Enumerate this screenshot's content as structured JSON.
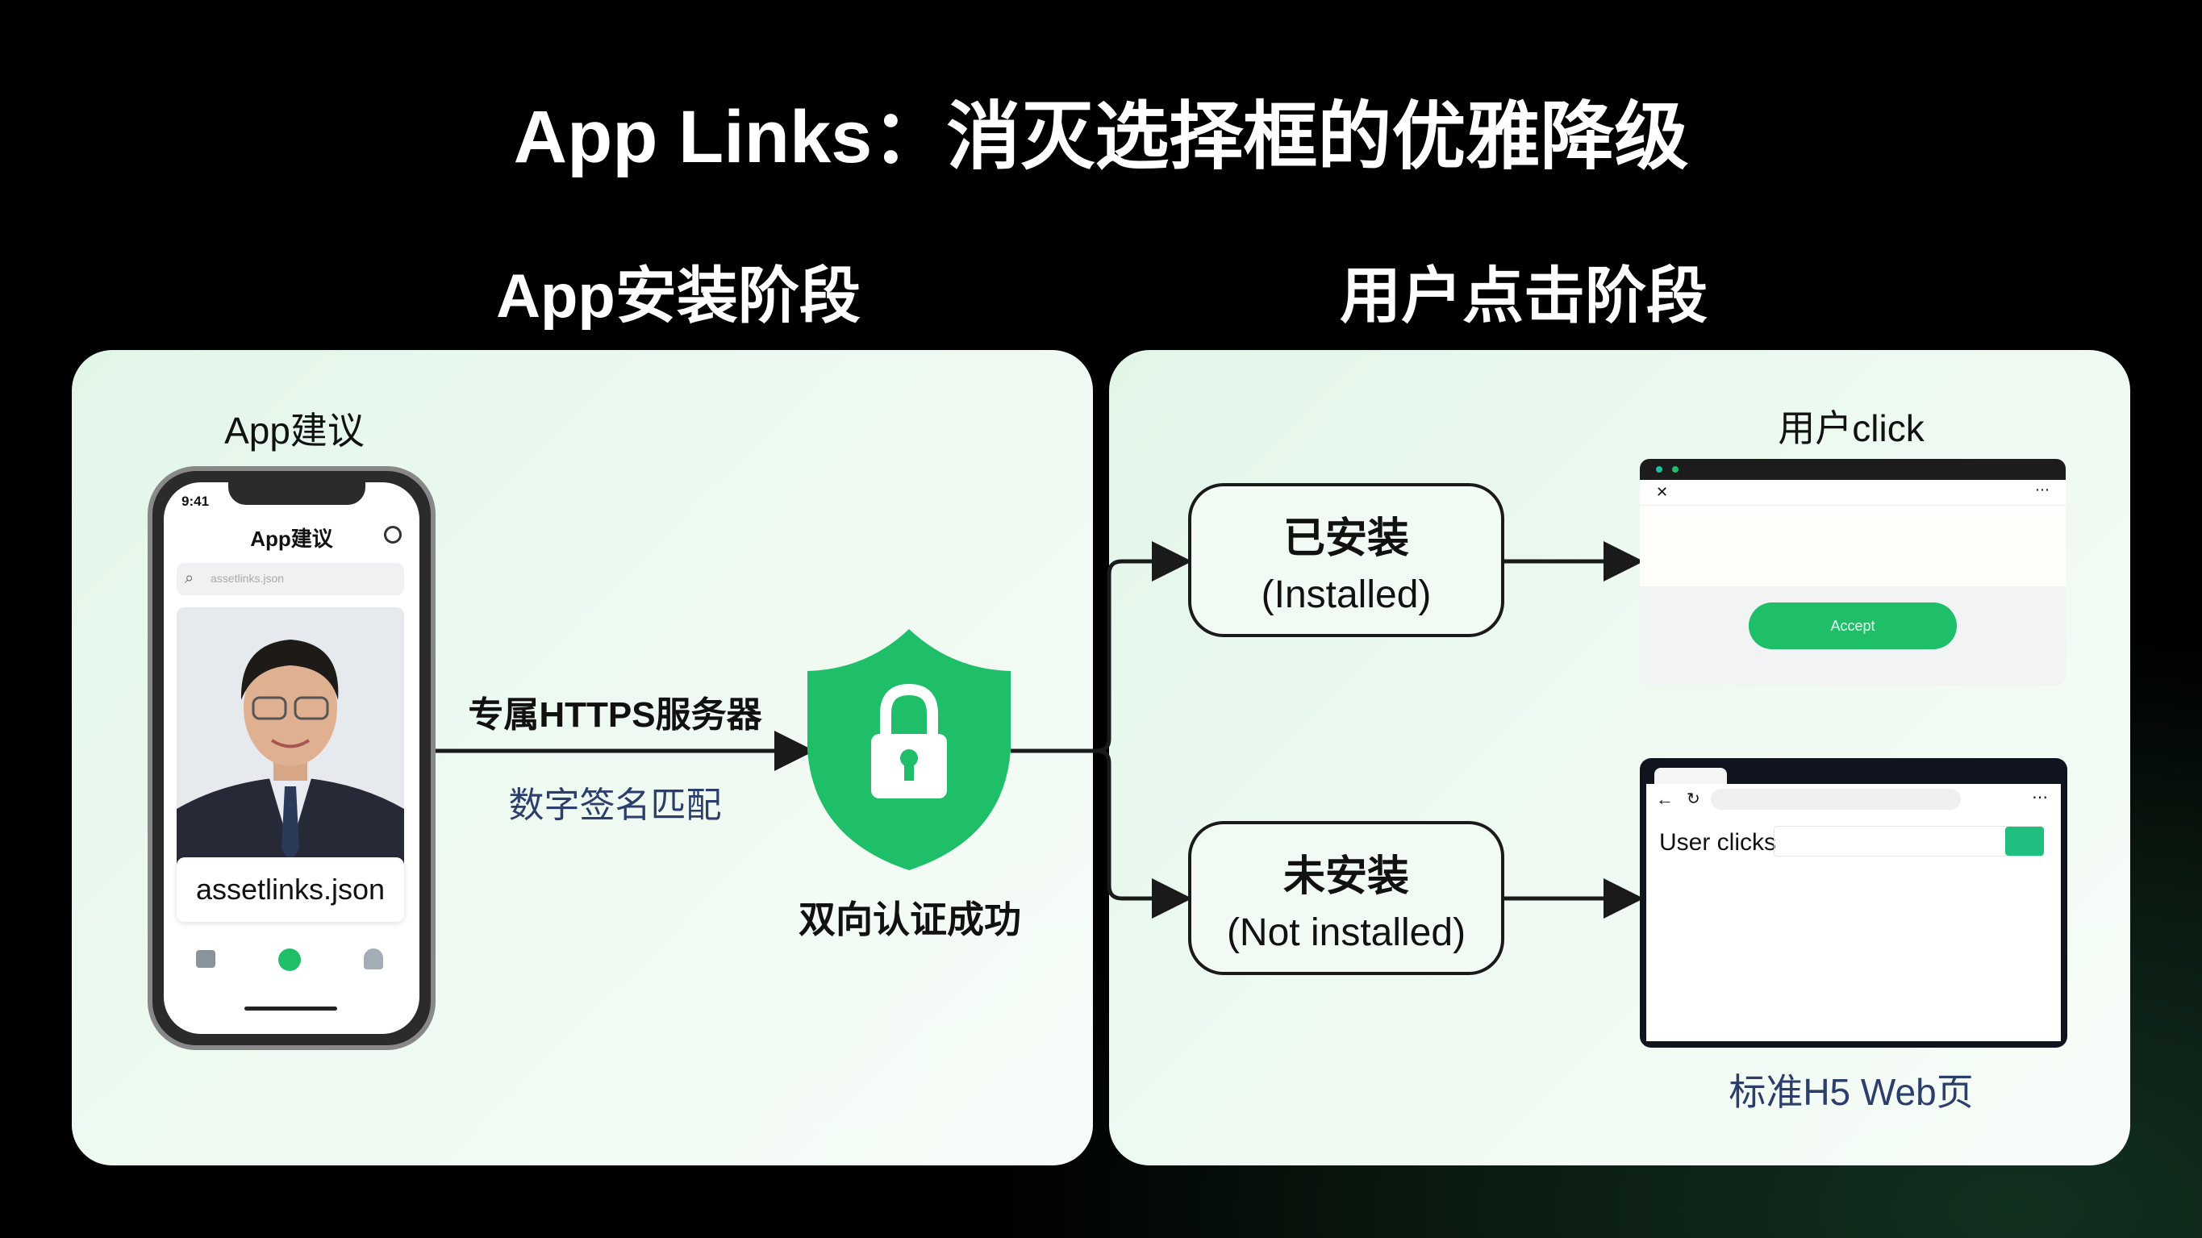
{
  "title": "App Links：消灭选择框的优雅降级",
  "left": {
    "heading": "App安装阶段",
    "label": "App建议",
    "phone": {
      "time": "9:41",
      "app_title": "App建议",
      "search_placeholder": "assetlinks.json",
      "card_text": "assetlinks.json"
    },
    "server_label": "专属HTTPS服务器",
    "match_label": "数字签名匹配",
    "verify_label": "双向认证成功"
  },
  "right": {
    "heading": "用户点击阶段",
    "click_label": "用户click",
    "installed": {
      "zh": "已安装",
      "en": "(Installed)"
    },
    "not_installed": {
      "zh": "未安装",
      "en": "(Not installed)"
    },
    "app_button": "Accept",
    "web_heading": "User clicks",
    "web_label": "标准H5 Web页"
  },
  "colors": {
    "accent": "#1fbf6a",
    "navy": "#2c3e6b"
  }
}
